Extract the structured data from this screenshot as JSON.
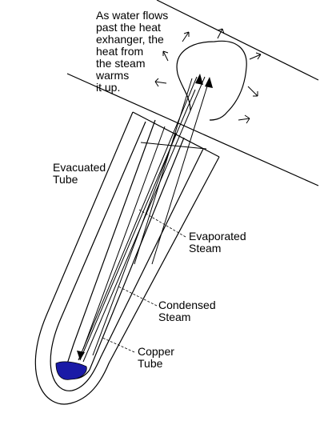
{
  "note": {
    "lines": [
      "As water flows",
      "past the heat",
      "exhanger, the",
      "heat from",
      "the steam",
      "warms",
      "it up."
    ]
  },
  "labels": {
    "evacuated_tube": [
      "Evacuated",
      "Tube"
    ],
    "evaporated_steam": [
      "Evaporated",
      "Steam"
    ],
    "condensed_steam": [
      "Condensed",
      "Steam"
    ],
    "copper_tube": [
      "Copper",
      "Tube"
    ]
  },
  "colors": {
    "ink": "#000000",
    "condensate": "#1a1aa6",
    "background": "#ffffff"
  }
}
